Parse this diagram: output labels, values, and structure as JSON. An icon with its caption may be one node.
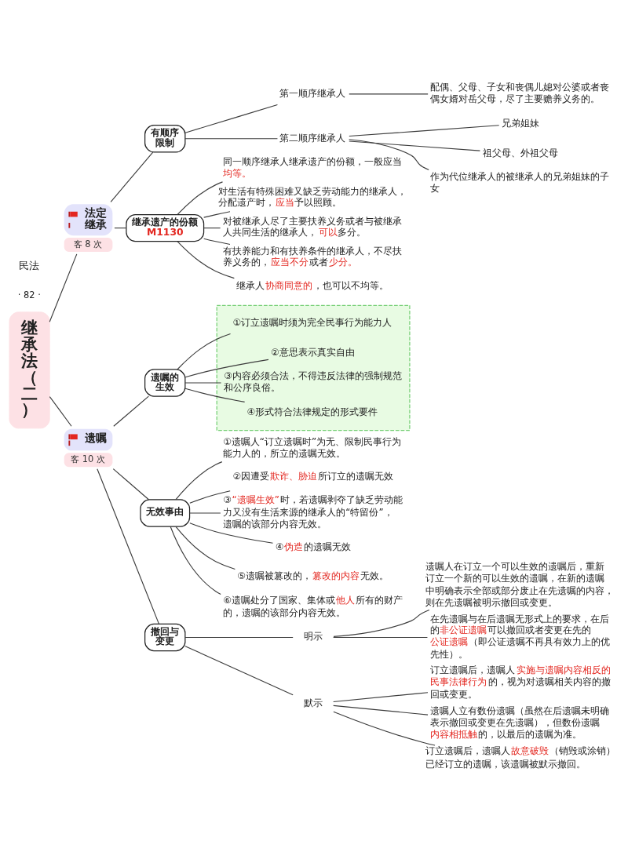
{
  "diagram": {
    "nodes": [
      {
        "text": [
          "继承法（二）"
        ]
      },
      {
        "text": [
          "法定继承"
        ],
        "beside": [
          "客 8 次"
        ]
      },
      {
        "text": [
          "有顺序限制"
        ]
      },
      {
        "text": [
          "第一顺序继承人"
        ]
      },
      {
        "text": [
          "配偶、父母、子女和丧偶儿媳对公婆或者丧偶女婿对岳父母，尽了主要赡养义务的。"
        ]
      },
      {
        "text": [
          "第二顺序继承人"
        ]
      },
      {
        "text": [
          "兄弟姐妹"
        ]
      },
      {
        "text": [
          "祖父母、外祖父母"
        ]
      },
      {
        "text": [
          "作为代位继承人的被继承人的兄弟姐妹的子女"
        ]
      },
      {
        "text": [
          "继承遗产的份额",
          "M1130"
        ]
      },
      {
        "text": [
          "同一顺序继承人继承遗产的份额，一般应当**均等。**"
        ]
      },
      {
        "text": [
          "对生活有特殊困难又缺乏劳动能力的继承人，分配遗产时，**应当**予以照顾。"
        ]
      },
      {
        "text": [
          "对被继承人尽了主要扶养义务或者与被继承人共同生活的继承人，**可以**多分。"
        ]
      },
      {
        "text": [
          "有扶养能力和有扶养条件的继承人，不尽扶养义务的，**应当不分**或者**少分。**"
        ]
      },
      {
        "text": [
          "继承人**协商同意的**，也可以不均等。"
        ]
      },
      {
        "text": [
          "遗嘱"
        ],
        "beside": [
          "客 10 次"
        ]
      },
      {
        "text": [
          "遗嘱的生效"
        ]
      },
      {
        "text": [],
        "shape": "box"
      },
      {
        "text": [
          "①订立遗嘱时须为完全民事行为能力人"
        ],
        "in": 17
      },
      {
        "text": [
          "②意思表示真实自由"
        ],
        "in": 17
      },
      {
        "text": [
          "③内容必须合法，不得违反法律的强制规范和公序良俗。"
        ],
        "in": 17
      },
      {
        "text": [
          "④形式符合法律规定的形式要件"
        ],
        "in": 17
      },
      {
        "text": [
          "无效事由"
        ]
      },
      {
        "text": [
          "①遗嘱人“订立遗嘱时”为无、限制民事行为能力人的，所立的遗嘱无效。"
        ]
      },
      {
        "text": [
          "②因遭受**欺诈、胁迫**所订立的遗嘱无效"
        ]
      },
      {
        "text": [
          "③**“遗嘱生效”**时，若遗嘱剥夺了缺乏劳动能力又没有生活来源的继承人的“特留份”，遗嘱的该部分内容无效。"
        ]
      },
      {
        "text": [
          "④**伪造**的遗嘱无效"
        ]
      },
      {
        "text": [
          "⑤遗嘱被篡改的，**篡改的内容**无效。"
        ]
      },
      {
        "text": [
          "⑥遗嘱处分了国家、集体或**他人**所有的财产的，遗嘱的该部分内容无效。"
        ]
      },
      {
        "text": [
          "撤回与变更"
        ]
      },
      {
        "text": [
          "明示"
        ]
      },
      {
        "text": [
          "遗嘱人在订立一个可以生效的遗嘱后，重新订立一个新的可以生效的遗嘱，在新的遗嘱中明确表示全部或部分废止在先遗嘱的内容，则在先遗嘱被明示撤回或变更。"
        ]
      },
      {
        "text": [
          "在先遗嘱与在后遗嘱无形式上的要求，在后的**非公证遗嘱**可以撤回或者变更在先的**公证遗嘱**（即公证遗嘱不再具有效力上的优先性）。"
        ]
      },
      {
        "text": [
          "默示"
        ]
      },
      {
        "text": [
          "订立遗嘱后，遗嘱人**实施与遗嘱内容相反的民事法律行为**的，视为对遗嘱相关内容的撤回或变更。"
        ]
      },
      {
        "text": [
          "遗嘱人立有数份遗嘱（虽然在后遗嘱未明确表示撤回或变更在先遗嘱），但数份遗嘱**内容相抵触**的，以最后的遗嘱为准。"
        ]
      },
      {
        "text": [
          "订立遗嘱后，遗嘱人**故意破毁**（销毁或涂销）已经订立的遗嘱，该遗嘱被默示撤回。"
        ]
      }
    ],
    "edges": [
      {
        "from": 0,
        "to": 1,
        "arrow": "none"
      },
      {
        "from": 0,
        "to": 15,
        "arrow": "none"
      },
      {
        "from": 1,
        "to": 2,
        "arrow": "none"
      },
      {
        "from": 1,
        "to": 9,
        "arrow": "none"
      },
      {
        "from": 2,
        "to": 3,
        "arrow": "none"
      },
      {
        "from": 2,
        "to": 5,
        "arrow": "none"
      },
      {
        "from": 3,
        "to": 4,
        "arrow": "none"
      },
      {
        "from": 5,
        "to": 6,
        "arrow": "none"
      },
      {
        "from": 5,
        "to": 7,
        "arrow": "none"
      },
      {
        "from": 5,
        "to": 8,
        "arrow": "none"
      },
      {
        "from": 9,
        "to": 10,
        "arrow": "none"
      },
      {
        "from": 9,
        "to": 11,
        "arrow": "none"
      },
      {
        "from": 9,
        "to": 12,
        "arrow": "none"
      },
      {
        "from": 9,
        "to": 13,
        "arrow": "none"
      },
      {
        "from": 9,
        "to": 14,
        "arrow": "none"
      },
      {
        "from": 15,
        "to": 16,
        "arrow": "none"
      },
      {
        "from": 15,
        "to": 22,
        "arrow": "none"
      },
      {
        "from": 15,
        "to": 29,
        "arrow": "none"
      },
      {
        "from": 16,
        "to": 18,
        "arrow": "none"
      },
      {
        "from": 16,
        "to": 19,
        "arrow": "none"
      },
      {
        "from": 16,
        "to": 20,
        "arrow": "none"
      },
      {
        "from": 16,
        "to": 21,
        "arrow": "none"
      },
      {
        "from": 22,
        "to": 23,
        "arrow": "none"
      },
      {
        "from": 22,
        "to": 24,
        "arrow": "none"
      },
      {
        "from": 22,
        "to": 25,
        "arrow": "none"
      },
      {
        "from": 22,
        "to": 26,
        "arrow": "none"
      },
      {
        "from": 22,
        "to": 27,
        "arrow": "none"
      },
      {
        "from": 22,
        "to": 28,
        "arrow": "none"
      },
      {
        "from": 29,
        "to": 30,
        "arrow": "none"
      },
      {
        "from": 29,
        "to": 33,
        "arrow": "none"
      },
      {
        "from": 30,
        "to": 31,
        "arrow": "none"
      },
      {
        "from": 30,
        "to": 32,
        "arrow": "none"
      },
      {
        "from": 33,
        "to": 34,
        "arrow": "none"
      },
      {
        "from": 33,
        "to": 35,
        "arrow": "none"
      },
      {
        "from": 33,
        "to": 36,
        "arrow": "none"
      }
    ],
    "labels": [
      "民法",
      "· 82 ·"
    ]
  }
}
